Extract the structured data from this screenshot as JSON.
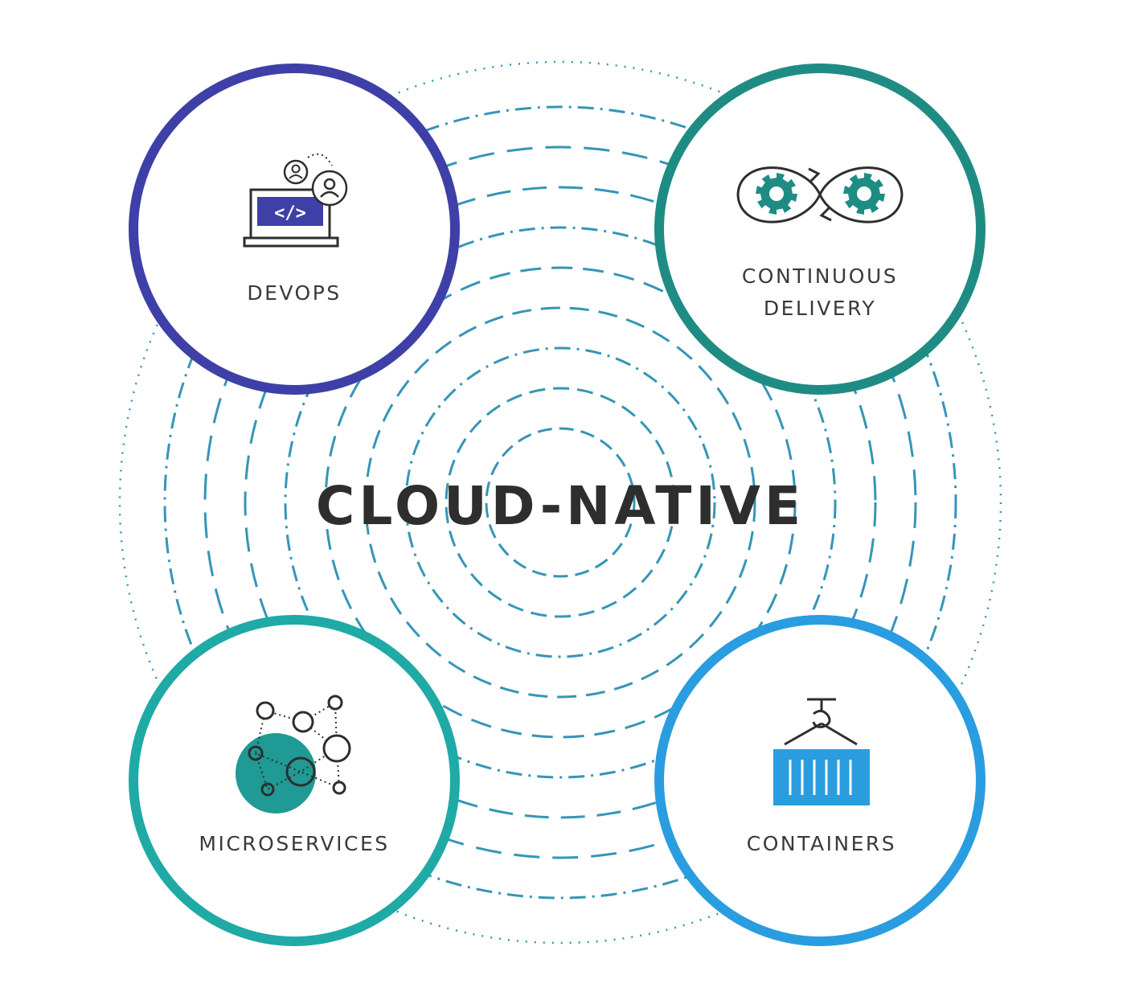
{
  "diagram": {
    "center_title": "CLOUD-NATIVE",
    "nodes": [
      {
        "id": "devops",
        "label_lines": [
          "DEVOPS"
        ],
        "color": "#3f3fa8",
        "icon": "laptop-code-icon"
      },
      {
        "id": "continuous-delivery",
        "label_lines": [
          "CONTINUOUS",
          "DELIVERY"
        ],
        "color": "#1f8c84",
        "icon": "gear-loop-icon"
      },
      {
        "id": "microservices",
        "label_lines": [
          "MICROSERVICES"
        ],
        "color": "#1faaa6",
        "icon": "network-nodes-icon"
      },
      {
        "id": "containers",
        "label_lines": [
          "CONTAINERS"
        ],
        "color": "#2a9de0",
        "icon": "shipping-container-icon"
      }
    ],
    "colors": {
      "rings": "#2a8fb3",
      "ink": "#2e2e2e",
      "label": "#3a3a3a"
    }
  }
}
